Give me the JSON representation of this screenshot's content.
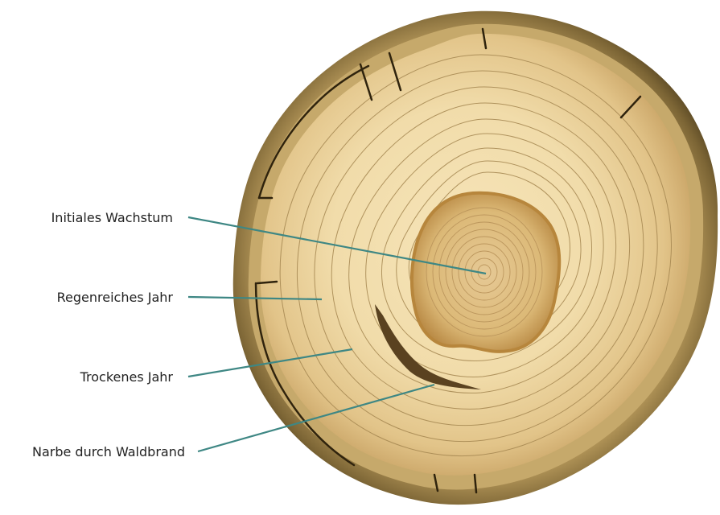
{
  "diagram": {
    "labels": {
      "initial_growth": "Initiales Wachstum",
      "rainy_year": "Regenreiches Jahr",
      "dry_year": "Trockenes Jahr",
      "fire_scar": "Narbe durch Waldbrand"
    }
  },
  "colors": {
    "background": "#ffffff",
    "bark_dark": "#5b4a26",
    "bark_mid": "#8a7441",
    "bark_light": "#c7ae74",
    "wood_outer": "#d8b779",
    "wood_mid": "#ecd39f",
    "wood_light": "#f6e4b8",
    "heartwood": "#c99d55",
    "heartwood_center": "#e4c48a",
    "ring_line": "#9d7f48",
    "crack": "#3d2e13",
    "scar": "#4a3516",
    "leader_line": "#3e8784"
  }
}
